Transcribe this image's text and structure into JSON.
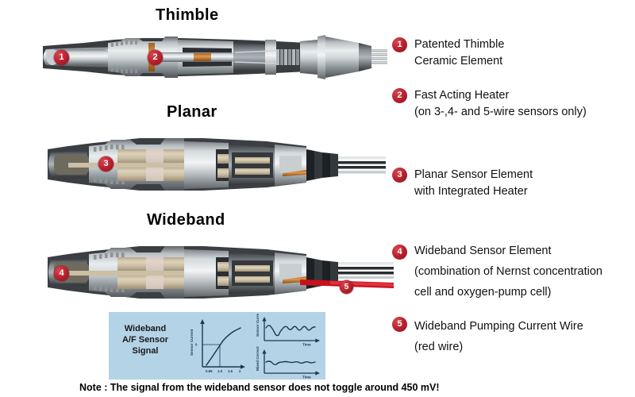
{
  "sections": [
    {
      "title": "Thimble"
    },
    {
      "title": "Planar"
    },
    {
      "title": "Wideband"
    }
  ],
  "diagram_markers": [
    {
      "id": "1",
      "on": "thimble"
    },
    {
      "id": "2",
      "on": "thimble"
    },
    {
      "id": "3",
      "on": "planar"
    },
    {
      "id": "4",
      "on": "wideband"
    },
    {
      "id": "5",
      "on": "wideband"
    }
  ],
  "legend": [
    {
      "number": "1",
      "lines": [
        "Patented Thimble",
        "Ceramic Element"
      ]
    },
    {
      "number": "2",
      "lines": [
        "Fast Acting Heater",
        "(on 3-,4- and 5-wire sensors only)"
      ]
    },
    {
      "number": "3",
      "lines": [
        "Planar Sensor Element",
        "with Integrated Heater"
      ]
    },
    {
      "number": "4",
      "lines": [
        "Wideband Sensor Element",
        "(combination of Nernst concentration",
        "cell and oxygen-pump cell)"
      ]
    },
    {
      "number": "5",
      "lines": [
        "Wideband Pumping Current Wire",
        "(red wire)"
      ]
    }
  ],
  "inset": {
    "label_lines": [
      "Wideband",
      "A/F Sensor",
      "Signal"
    ],
    "background_color": "#b4d3e7"
  },
  "note": {
    "text": "Note : The signal from the wideband sensor does not toggle around 450 mV!"
  },
  "colors": {
    "badge_red": "#b51f2c",
    "inset_blue": "#b4d3e7",
    "chart_line": "#1d4f74",
    "red_wire": "#c9111d"
  },
  "chart_data": [
    {
      "id": "lambda-curve",
      "type": "line",
      "title": "",
      "xlabel": "λ",
      "ylabel": "Sensor Current",
      "xticks": [
        "0.95",
        "1.0",
        "1.5"
      ],
      "yticks": [
        "0"
      ],
      "xlim": [
        0.8,
        1.75
      ],
      "ylim": [
        -1,
        1
      ],
      "grid": false,
      "x": [
        0.85,
        0.9,
        0.95,
        1.0,
        1.05,
        1.15,
        1.3,
        1.5,
        1.7
      ],
      "values": [
        -0.82,
        -0.62,
        -0.36,
        0.0,
        0.22,
        0.44,
        0.6,
        0.74,
        0.84
      ]
    },
    {
      "id": "sensor-current-trace",
      "type": "line",
      "title": "",
      "xlabel": "Time",
      "ylabel": "Sensor Current",
      "grid": false,
      "x": [
        0,
        1,
        2,
        3,
        4,
        5,
        6,
        7,
        8,
        9,
        10,
        11,
        12,
        13,
        14,
        15,
        16,
        17,
        18,
        19,
        20
      ],
      "values": [
        0.45,
        0.55,
        0.3,
        0.52,
        0.1,
        -0.22,
        -0.05,
        0.35,
        0.6,
        0.4,
        0.18,
        0.42,
        0.62,
        0.3,
        0.48,
        0.66,
        0.34,
        0.52,
        0.7,
        0.42,
        0.55
      ]
    },
    {
      "id": "mixture-correction-trace",
      "type": "line",
      "title": "",
      "xlabel": "Time",
      "ylabel": "Mixed Correction",
      "grid": false,
      "x": [
        0,
        1,
        2,
        3,
        4,
        5,
        6,
        7,
        8,
        9,
        10,
        11,
        12,
        13,
        14,
        15,
        16,
        17,
        18,
        19,
        20
      ],
      "values": [
        0.08,
        0.12,
        0.06,
        0.1,
        -0.08,
        -0.16,
        -0.06,
        0.06,
        0.12,
        0.04,
        0.0,
        0.08,
        0.1,
        0.0,
        0.06,
        0.12,
        0.02,
        0.08,
        0.12,
        0.04,
        0.08
      ]
    }
  ]
}
